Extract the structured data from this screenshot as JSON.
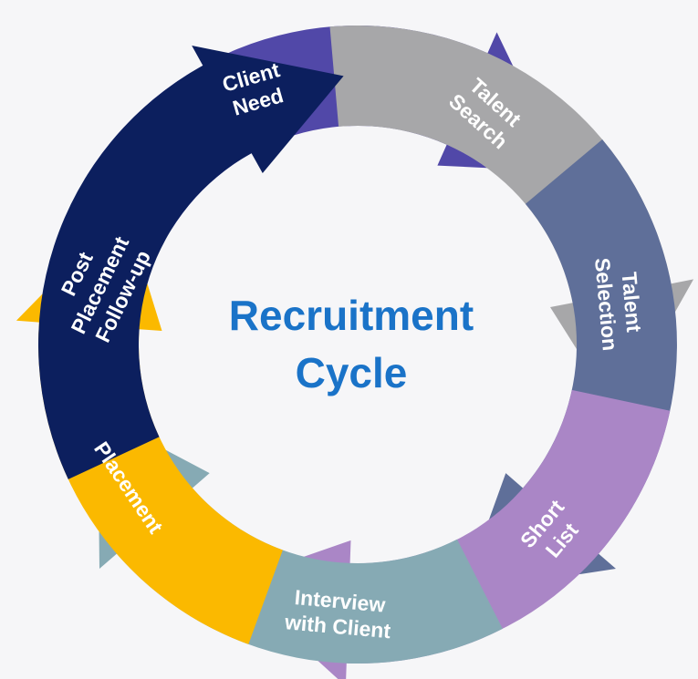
{
  "title": {
    "line1": "Recruitment",
    "line2": "Cycle"
  },
  "stages": [
    {
      "lines": [
        "Client",
        "Need"
      ],
      "color": "#5148a8"
    },
    {
      "lines": [
        "Talent",
        "Search"
      ],
      "color": "#a7a7a9"
    },
    {
      "lines": [
        "Talent",
        "Selection"
      ],
      "color": "#5f6f99"
    },
    {
      "lines": [
        "Short",
        "List"
      ],
      "color": "#aa86c6"
    },
    {
      "lines": [
        "Interview",
        "with Client"
      ],
      "color": "#86aab4"
    },
    {
      "lines": [
        "Placement"
      ],
      "color": "#fbb900"
    },
    {
      "lines": [
        "Post",
        "Placement",
        "Follow-up"
      ],
      "color": "#0c1f5e"
    }
  ],
  "colors": {
    "title": "#1a73c8",
    "label": "#ffffff",
    "background": "#f6f6f8"
  }
}
